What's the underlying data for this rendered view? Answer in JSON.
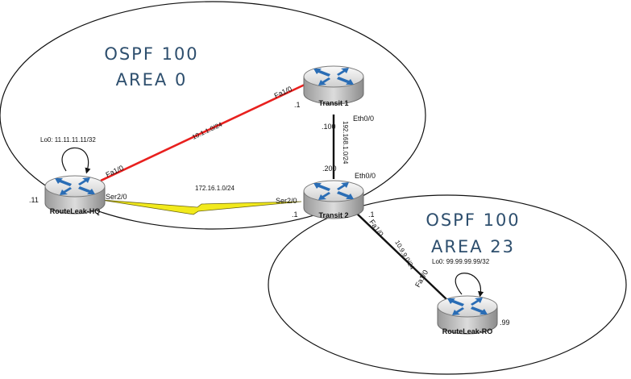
{
  "areas": [
    {
      "title1": "OSPF 100",
      "title2": "AREA 0"
    },
    {
      "title1": "OSPF 100",
      "title2": "AREA 23"
    }
  ],
  "routers": {
    "hq": {
      "name": "RouteLeak-HQ",
      "host": ".11",
      "loopback": "Lo0: 11.11.11.11/32"
    },
    "t1": {
      "name": "Transit 1"
    },
    "t2": {
      "name": "Transit 2"
    },
    "ro": {
      "name": "RouteLeak-RO",
      "host": ".99",
      "loopback": "Lo0: 99.99.99.99/32"
    }
  },
  "links": {
    "hq_t1": {
      "subnet": "10.1.1.0/24",
      "if_a": "Fa1/0",
      "if_b": "Fa1/0",
      "host_b": ".1",
      "color": "#e8201e"
    },
    "hq_t2": {
      "subnet": "172.16.1.0/24",
      "if_a": "Ser2/0",
      "if_b": "Ser2/0",
      "host_b": ".1",
      "color": "#f2ea1c"
    },
    "t1_t2": {
      "subnet": "192.168.1.0/24",
      "if_a": "Eth0/0",
      "host_a": ".100",
      "if_b": "Eth0/0",
      "host_b": ".200"
    },
    "t2_ro": {
      "subnet": "10.9.9.0/24",
      "if_a": "Fa1/0",
      "host_a": ".1",
      "if_b": "Fa1/0"
    }
  }
}
